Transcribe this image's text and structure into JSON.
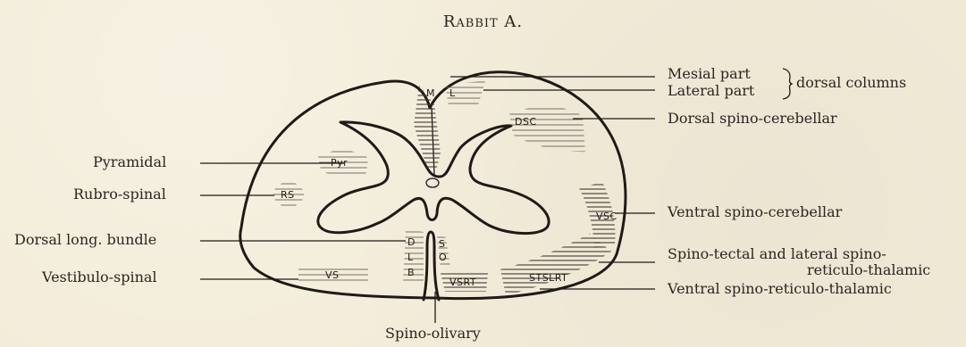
{
  "title": "Rabbit A.",
  "left_labels": {
    "pyramidal": "Pyramidal",
    "rubro_spinal": "Rubro-spinal",
    "dorsal_long_bundle": "Dorsal long. bundle",
    "vestibulo_spinal": "Vestibulo-spinal"
  },
  "right_labels": {
    "mesial_part": "Mesial part",
    "lateral_part": "Lateral part",
    "dorsal_columns": "dorsal columns",
    "dorsal_spino_cerebellar": "Dorsal spino-cerebellar",
    "ventral_spino_cerebellar": "Ventral spino-cerebellar",
    "spino_tectal_line1": "Spino-tectal and lateral spino-",
    "spino_tectal_line2": "reticulo-thalamic",
    "ventral_spino_reticulo_thalamic": "Ventral spino-reticulo-thalamic"
  },
  "bottom_label": {
    "spino_olivary": "Spino-olivary"
  },
  "region_tags": {
    "mesial": "M",
    "lateral": "L",
    "dsc": "DSC",
    "pyramidal": "Pyr",
    "rubro": "RS",
    "dlb_d": "D",
    "dlb_l": "L",
    "dlb_b": "B",
    "so_s": "S",
    "so_o": "O",
    "vsrt": "VSRT",
    "stslrt": "STSLRT",
    "vsc": "VSC",
    "vs": "VS"
  }
}
